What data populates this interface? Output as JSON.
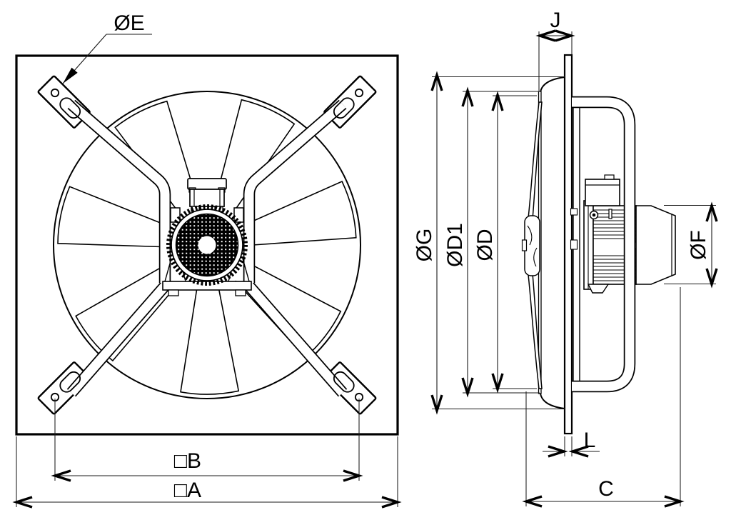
{
  "diagram": {
    "front_view": {
      "hole_diameter_label": "ØE",
      "bolt_spacing_label": "□B",
      "frame_size_label": "□A"
    },
    "side_view": {
      "mount_depth_label": "J",
      "bellmouth_outer_diameter_label": "ØG",
      "inlet_ring_diameter_label": "ØD1",
      "impeller_diameter_label": "ØD",
      "motor_diameter_label": "ØF",
      "panel_thickness_label": "L",
      "overall_depth_label": "C"
    },
    "colors": {
      "line_color": "#000000",
      "background_color": "#ffffff"
    }
  }
}
